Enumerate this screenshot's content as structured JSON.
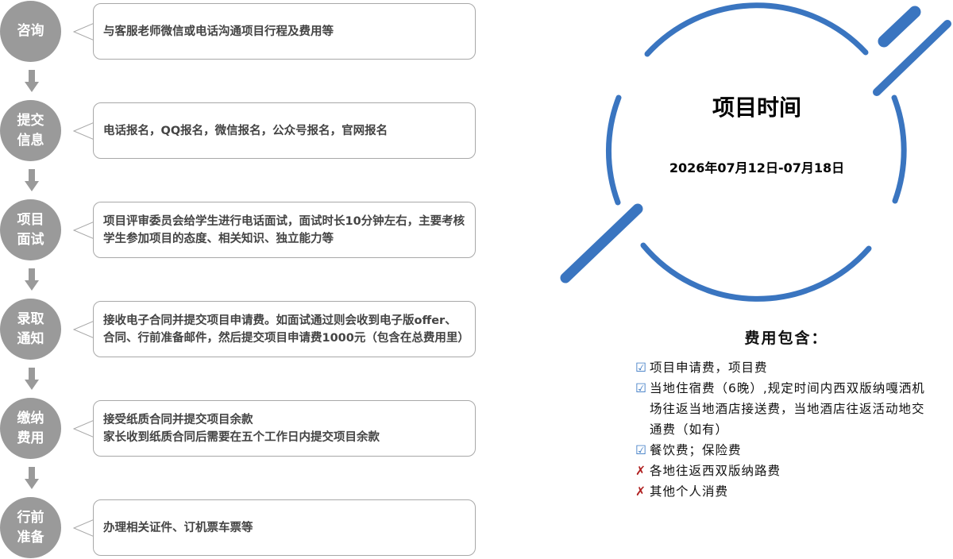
{
  "steps": [
    {
      "label": "咨询",
      "text": "与客服老师微信或电话沟通项目行程及费用等"
    },
    {
      "label": "提交信息",
      "text": "电话报名，QQ报名，微信报名，公众号报名，官网报名"
    },
    {
      "label": "项目面试",
      "text": "项目评审委员会给学生进行电话面试，面试时长10分钟左右，主要考核学生参加项目的态度、相关知识、独立能力等"
    },
    {
      "label": "录取通知",
      "text": "接收电子合同并提交项目申请费。如面试通过则会收到电子版offer、合同、行前准备邮件，然后提交项目申请费1000元（包含在总费用里）"
    },
    {
      "label": "缴纳费用",
      "text": "接受纸质合同并提交项目余款\n家长收到纸质合同后需要在五个工作日内提交项目余款"
    },
    {
      "label": "行前准备",
      "text": "办理相关证件、订机票车票等"
    }
  ],
  "project": {
    "title": "项目时间",
    "date": "2026年07月12日-07月18日"
  },
  "fees": {
    "title": "费用包含：",
    "items": [
      {
        "included": true,
        "text": "项目申请费，项目费"
      },
      {
        "included": true,
        "text": "当地住宿费（6晚）,规定时间内西双版纳嘎洒机场往返当地酒店接送费，当地酒店往返活动地交通费（如有）"
      },
      {
        "included": true,
        "text": "餐饮费；保险费"
      },
      {
        "included": false,
        "text": "各地往返西双版纳路费"
      },
      {
        "included": false,
        "text": "其他个人消费"
      }
    ]
  },
  "colors": {
    "accent": "#3a75c0",
    "step": "#9a9a9a",
    "cross": "#b02020"
  }
}
